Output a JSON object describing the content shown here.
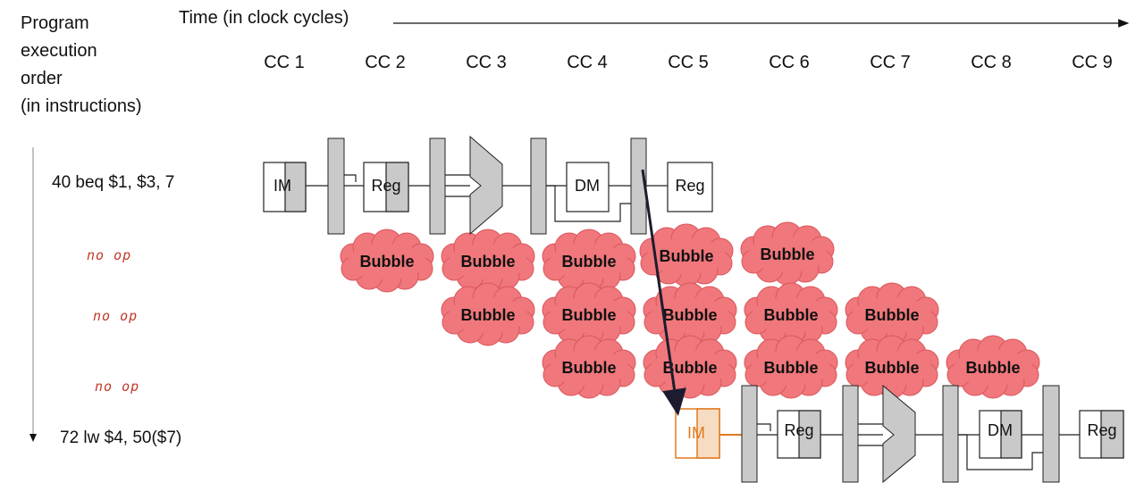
{
  "axis": {
    "y_label_lines": [
      "Program",
      "execution",
      "order",
      "(in instructions)"
    ],
    "time_label": "Time (in clock cycles)"
  },
  "cycles": [
    "CC 1",
    "CC 2",
    "CC 3",
    "CC 4",
    "CC 5",
    "CC 6",
    "CC 7",
    "CC 8",
    "CC 9"
  ],
  "instructions": [
    {
      "text": "40 beq $1, $3, 7"
    },
    {
      "text": "72 lw $4, 50($7)"
    }
  ],
  "noops": [
    "no op",
    "no op",
    "no op"
  ],
  "stages": {
    "im": "IM",
    "reg": "Reg",
    "dm": "DM"
  },
  "bubble_label": "Bubble",
  "bubble_rows": [
    {
      "cycles": [
        2,
        3,
        4,
        5,
        6
      ]
    },
    {
      "cycles": [
        3,
        4,
        5,
        6,
        7
      ]
    },
    {
      "cycles": [
        4,
        5,
        6,
        7,
        8
      ]
    }
  ],
  "colors": {
    "bubble_fill": "#f0777b",
    "bubble_stroke": "#d9575c",
    "stage_shade": "#c9c9c9",
    "highlight": "#e07b1f",
    "noop_ink": "#c0392b",
    "arrow": "#1c1c2e"
  }
}
